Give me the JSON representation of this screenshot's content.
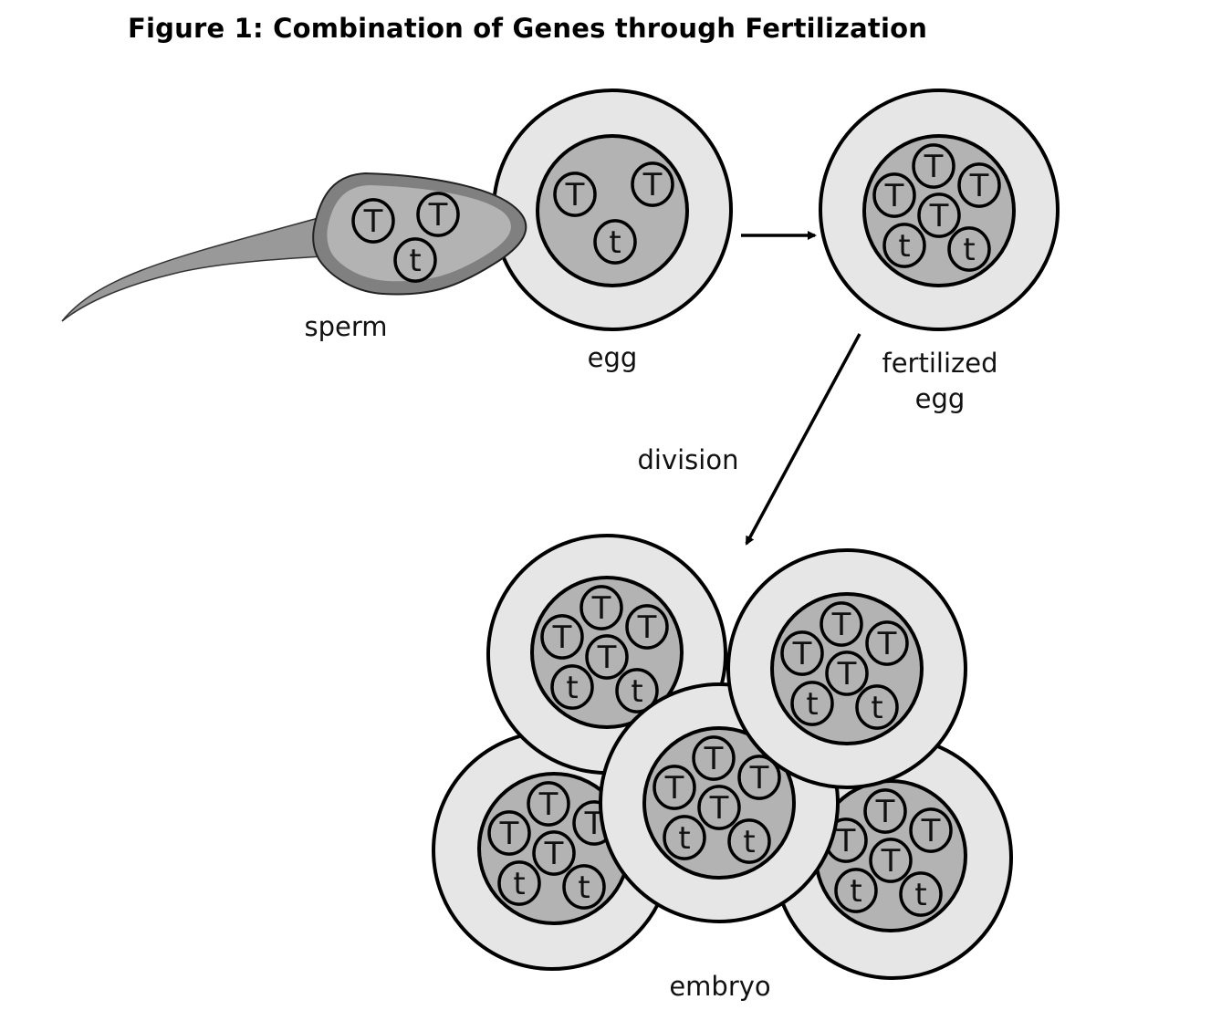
{
  "title": "Figure 1: Combination of Genes through Fertilization",
  "labels": {
    "sperm": "sperm",
    "egg": "egg",
    "fertilized_line1": "fertilized",
    "fertilized_line2": "egg",
    "division": "division",
    "embryo": "embryo"
  },
  "colors": {
    "outer_cell": "#e6e6e6",
    "nucleus": "#b3b3b3",
    "sperm_body": "#808080",
    "sperm_inner": "#b3b3b3",
    "stroke": "#000000"
  },
  "genes": {
    "sperm": [
      "T",
      "T",
      "t"
    ],
    "egg": [
      "T",
      "T",
      "t"
    ],
    "fertilized_egg": [
      "T",
      "T",
      "T",
      "T",
      "t",
      "t"
    ]
  },
  "embryo_cell_count": 5
}
